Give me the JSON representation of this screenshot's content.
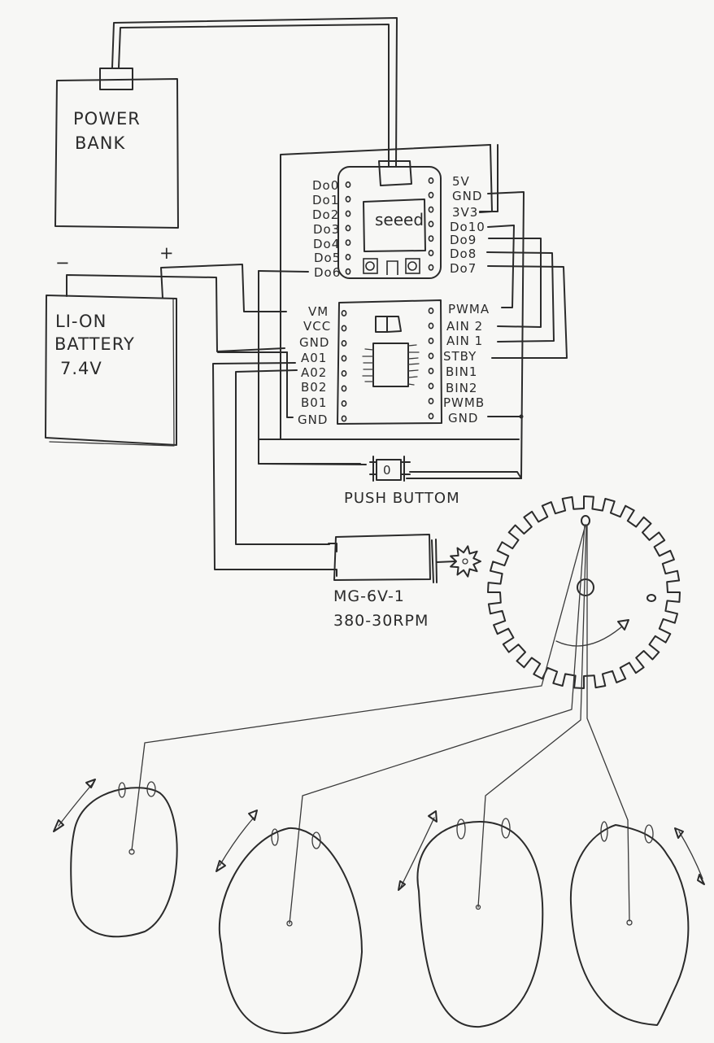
{
  "ink_color": "#2b2b2b",
  "paper_color": "#f7f7f5",
  "power_bank": {
    "label_line1": "POWER",
    "label_line2": "BANK"
  },
  "battery": {
    "label_line1": "LI-ON",
    "label_line2": "BATTERY",
    "label_line3": "7.4V",
    "minus": "−",
    "plus": "+"
  },
  "seeed_board": {
    "logo": "seeed",
    "left_pins": [
      "Do0",
      "Do1",
      "Do2",
      "Do3",
      "Do4",
      "Do5",
      "Do6"
    ],
    "right_pins": [
      "5V",
      "GND",
      "3V3",
      "Do10",
      "Do9",
      "Do8",
      "Do7"
    ]
  },
  "motor_driver": {
    "left_pins": [
      "VM",
      "VCC",
      "GND",
      "A01",
      "A02",
      "B02",
      "B01",
      "GND"
    ],
    "right_pins": [
      "PWMA",
      "AIN 2",
      "AIN 1",
      "STBY",
      "BIN1",
      "BIN2",
      "PWMB",
      "GND"
    ]
  },
  "push_button": {
    "label": "PUSH BUTTOM",
    "symbol": "0"
  },
  "motor": {
    "label_line1": "MG-6V-1",
    "label_line2": "380-30RPM"
  },
  "gear": {
    "teeth": 28
  },
  "eggs": {
    "count": 4
  }
}
